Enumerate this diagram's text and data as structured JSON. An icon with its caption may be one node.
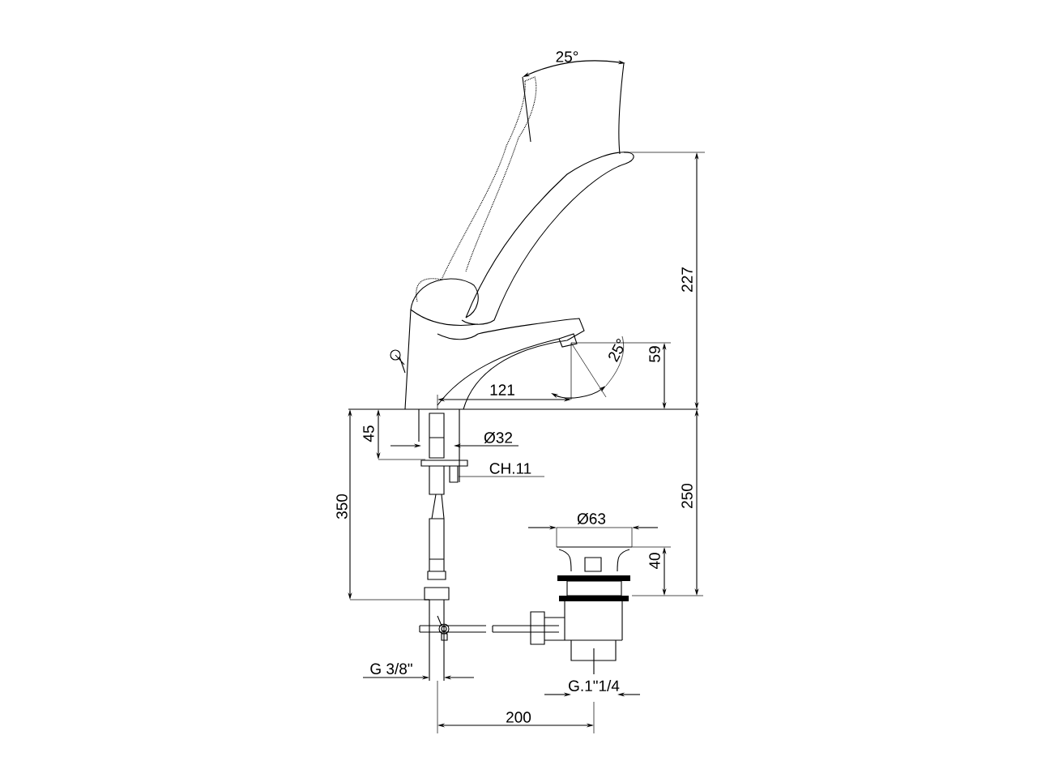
{
  "diagram": {
    "labels": [
      "25°",
      "227",
      "25°",
      "59",
      "121",
      "45",
      "Ø32",
      "CH.11",
      "350",
      "250",
      "Ø63",
      "40",
      "G 3/8\"",
      "G.1\"1/4",
      "200"
    ]
  }
}
